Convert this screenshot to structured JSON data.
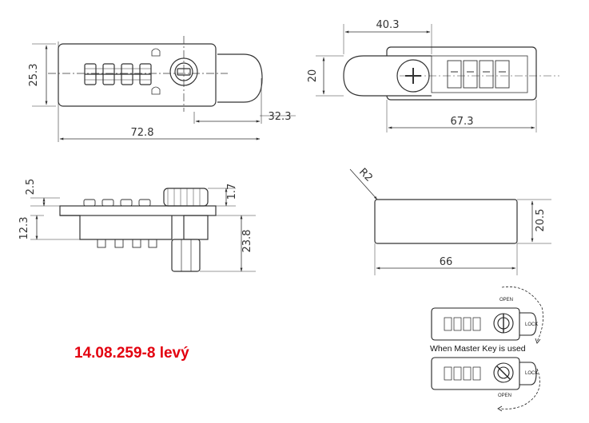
{
  "part_label": "14.08.259-8 levý",
  "colors": {
    "label": "#e3000f",
    "line": "#333333"
  },
  "dimensions": {
    "front_width": "72.8",
    "front_height": "25.3",
    "front_offset": "32.3",
    "back_width": "40.3",
    "back_height": "20",
    "back_length": "67.3",
    "side_top": "2.5",
    "side_left": "12.3",
    "side_knob": "1.7",
    "side_depth": "23.8",
    "cutout_radius": "R2",
    "cutout_height": "20.5",
    "cutout_width": "66"
  },
  "operation": {
    "open_top": "OPEN",
    "lock_top": "LOCK",
    "caption": "When Master Key is used",
    "lock_bottom": "LOCK",
    "open_bottom": "OPEN"
  }
}
